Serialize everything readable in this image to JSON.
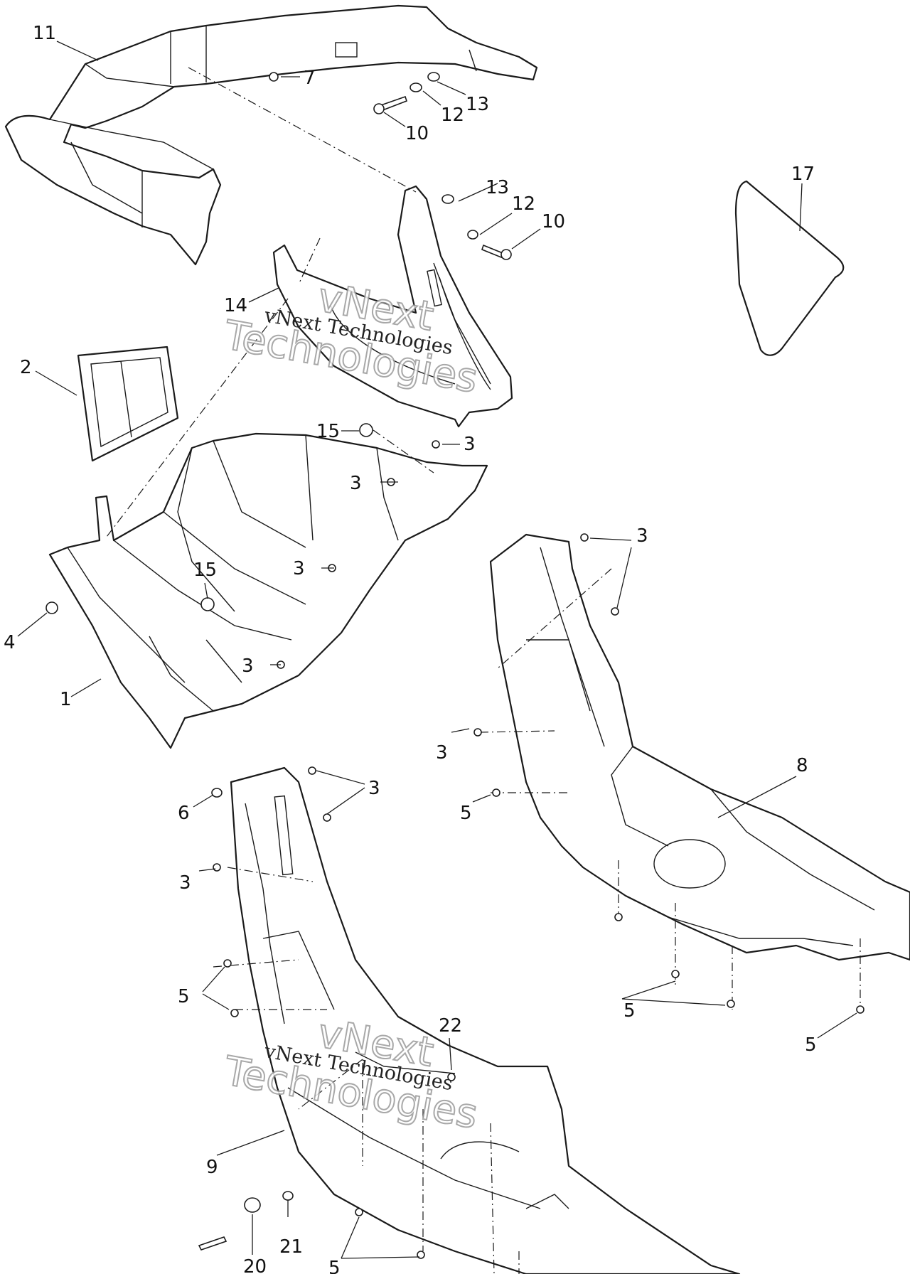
{
  "watermarks": {
    "line1": "vNext Technologies",
    "line2": "vNext",
    "line3": "Technologies"
  },
  "callouts": [
    {
      "id": "c11",
      "text": "11"
    },
    {
      "id": "c7",
      "text": "7"
    },
    {
      "id": "c12a",
      "text": "12"
    },
    {
      "id": "c13a",
      "text": "13"
    },
    {
      "id": "c10a",
      "text": "10"
    },
    {
      "id": "c13b",
      "text": "13"
    },
    {
      "id": "c12b",
      "text": "12"
    },
    {
      "id": "c10b",
      "text": "10"
    },
    {
      "id": "c17",
      "text": "17"
    },
    {
      "id": "c14",
      "text": "14"
    },
    {
      "id": "c2",
      "text": "2"
    },
    {
      "id": "c15a",
      "text": "15"
    },
    {
      "id": "c3a",
      "text": "3"
    },
    {
      "id": "c3b",
      "text": "3"
    },
    {
      "id": "c3c",
      "text": "3"
    },
    {
      "id": "c15b",
      "text": "15"
    },
    {
      "id": "c4",
      "text": "4"
    },
    {
      "id": "c3d",
      "text": "3"
    },
    {
      "id": "c1",
      "text": "1"
    },
    {
      "id": "c3e",
      "text": "3"
    },
    {
      "id": "c3f",
      "text": "3"
    },
    {
      "id": "c8",
      "text": "8"
    },
    {
      "id": "c5a",
      "text": "5"
    },
    {
      "id": "c6",
      "text": "6"
    },
    {
      "id": "c3g",
      "text": "3"
    },
    {
      "id": "c3h",
      "text": "3"
    },
    {
      "id": "c5b",
      "text": "5"
    },
    {
      "id": "c5c",
      "text": "5"
    },
    {
      "id": "c5d",
      "text": "5"
    },
    {
      "id": "c22",
      "text": "22"
    },
    {
      "id": "c9",
      "text": "9"
    },
    {
      "id": "c21",
      "text": "21"
    },
    {
      "id": "c20",
      "text": "20"
    },
    {
      "id": "c5e",
      "text": "5"
    }
  ]
}
